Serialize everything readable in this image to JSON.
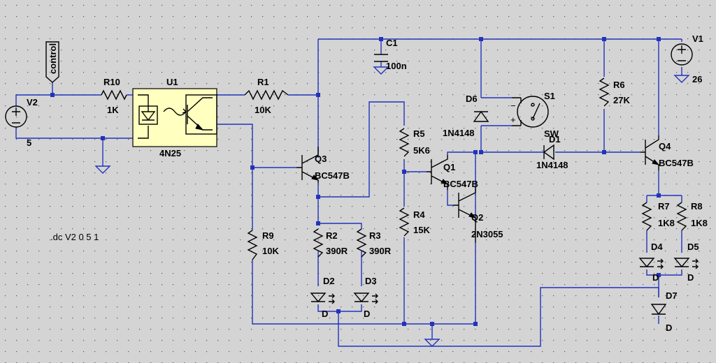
{
  "directive": ".dc V2 0 5 1",
  "net_label": "control",
  "components": {
    "V2": {
      "name": "V2",
      "value": "5"
    },
    "V1": {
      "name": "V1",
      "value": "26"
    },
    "R10": {
      "name": "R10",
      "value": "1K"
    },
    "U1": {
      "name": "U1",
      "value": "4N25"
    },
    "R1": {
      "name": "R1",
      "value": "10K"
    },
    "C1": {
      "name": "C1",
      "value": "100n"
    },
    "Q3": {
      "name": "Q3",
      "value": "BC547B"
    },
    "R9": {
      "name": "R9",
      "value": "10K"
    },
    "R2": {
      "name": "R2",
      "value": "390R"
    },
    "R3": {
      "name": "R3",
      "value": "390R"
    },
    "D2": {
      "name": "D2",
      "value": "D"
    },
    "D3": {
      "name": "D3",
      "value": "D"
    },
    "R5": {
      "name": "R5",
      "value": "5K6"
    },
    "R4": {
      "name": "R4",
      "value": "15K"
    },
    "Q1": {
      "name": "Q1",
      "value": "BC547B"
    },
    "Q2": {
      "name": "Q2",
      "value": "2N3055"
    },
    "D6": {
      "name": "D6",
      "value": "1N4148"
    },
    "S1": {
      "name": "S1",
      "value": "SW"
    },
    "D1": {
      "name": "D1",
      "value": "1N4148"
    },
    "R6": {
      "name": "R6",
      "value": "27K"
    },
    "Q4": {
      "name": "Q4",
      "value": "BC547B"
    },
    "R7": {
      "name": "R7",
      "value": "1K8"
    },
    "R8": {
      "name": "R8",
      "value": "1K8"
    },
    "D4": {
      "name": "D4",
      "value": "D"
    },
    "D5": {
      "name": "D5",
      "value": "D"
    },
    "D7": {
      "name": "D7",
      "value": "D"
    }
  },
  "colors": {
    "background": "#d4d4d4",
    "wire": "#2233bb",
    "component": "#000000",
    "optocoupler_fill": "#ffffc0"
  }
}
